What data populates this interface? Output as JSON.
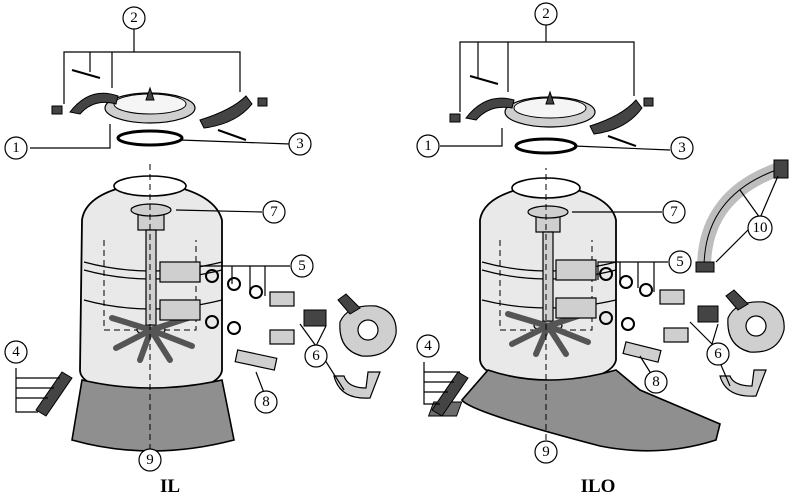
{
  "figure": {
    "left_label": "IL",
    "right_label": "ILO"
  },
  "callouts_left": [
    "1",
    "2",
    "3",
    "4",
    "5",
    "6",
    "7",
    "8",
    "9"
  ],
  "callouts_right": [
    "1",
    "2",
    "3",
    "4",
    "5",
    "6",
    "7",
    "8",
    "9",
    "10"
  ]
}
